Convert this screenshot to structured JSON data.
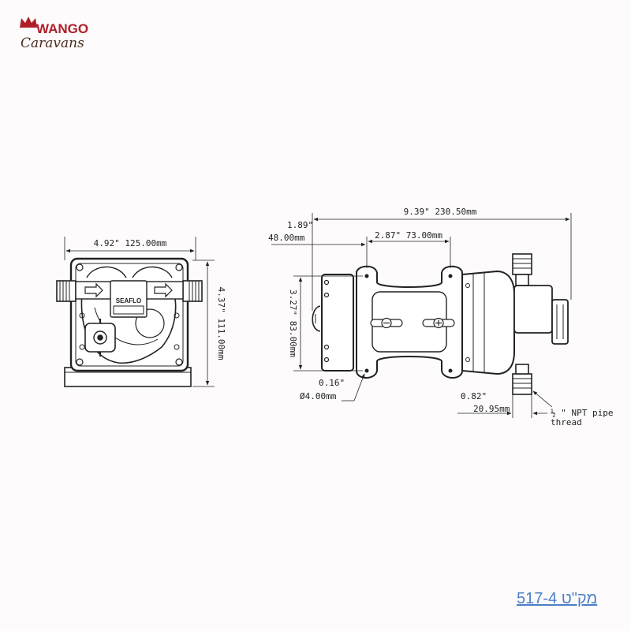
{
  "logo": {
    "line1": "WANGO",
    "line2": "Caravans",
    "colors": {
      "primary": "#b01e2a",
      "secondary": "#4b2b1d"
    }
  },
  "front_view": {
    "width_label": "4.92\" 125.00mm",
    "height_label": "4.37\" 111.00mm",
    "brand_plate": "SEAFLO"
  },
  "side_view": {
    "overall_length_label": "9.39\" 230.50mm",
    "offset_in_label": "1.89\"",
    "offset_mm_label": "48.00mm",
    "hole_spacing_label": "2.87\" 73.00mm",
    "height_label": "3.27\" 83.00mm",
    "hole_in_label": "0.16\"",
    "hole_mm_label": "Ø4.00mm",
    "port_in_label": "0.82\"",
    "port_mm_label": "20.95mm",
    "thread_label_line1": "½ \" NPT pipe",
    "thread_label_line2": "thread"
  },
  "footer": {
    "sku": "מק\"ט 517-4",
    "color": "#4a7fc8"
  }
}
